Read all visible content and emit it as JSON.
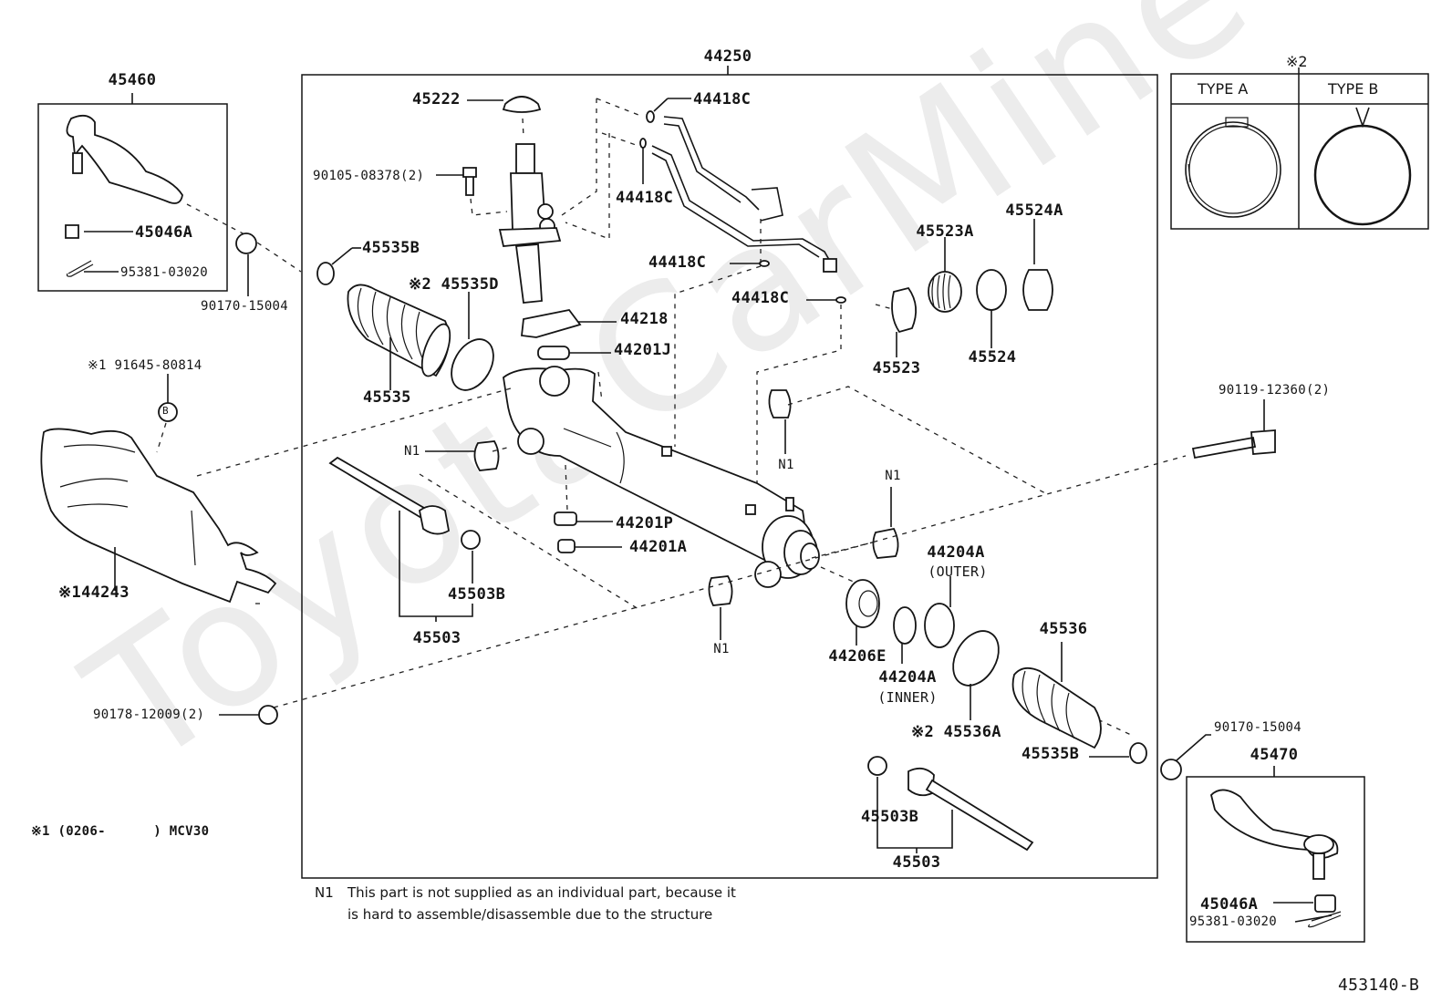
{
  "diagram": {
    "title_part": "44250",
    "figure_code": "453140-B",
    "watermark": "ToyotaCarMine",
    "labels": {
      "p45460": "45460",
      "p45046A_left": "45046A",
      "p95381_left": "95381-03020",
      "p90170_left": "90170-15004",
      "p45222": "45222",
      "p44418C_1": "44418C",
      "p44418C_2": "44418C",
      "p44418C_3": "44418C",
      "p44418C_4": "44418C",
      "p90105": "90105-08378(2)",
      "p45535B_top": "45535B",
      "p45535D": "※2 45535D",
      "p45535": "45535",
      "p44218": "44218",
      "p44201J": "44201J",
      "p45523A": "45523A",
      "p45524A": "45524A",
      "p45523": "45523",
      "p45524": "45524",
      "p91645": "※1 91645-80814",
      "p91645_marker": "B",
      "p144243": "※144243",
      "p90119": "90119-12360(2)",
      "n1_a": "N1",
      "n1_b": "N1",
      "n1_c": "N1",
      "n1_d": "N1",
      "p44201P": "44201P",
      "p44201A": "44201A",
      "p45503B_left": "45503B",
      "p45503_left": "45503",
      "p44204A_outer": "44204A",
      "p44204A_outer_sub": "(OUTER)",
      "p44206E": "44206E",
      "p44204A_inner": "44204A",
      "p44204A_inner_sub": "(INNER)",
      "p45536": "45536",
      "p45536A": "※2 45536A",
      "p45535B_bottom": "45535B",
      "p90178": "90178-12009(2)",
      "p90170_right": "90170-15004",
      "p45470": "45470",
      "p45046A_right": "45046A",
      "p95381_right": "95381-03020",
      "p45503B_right": "45503B",
      "p45503_right": "45503"
    },
    "clamp_types": {
      "marker": "※2",
      "type_a": "TYPE A",
      "type_b": "TYPE B"
    },
    "footnotes": {
      "applicability": "※1 (0206-      ) MCV30",
      "n1_key": "N1",
      "n1_text": "This part is not supplied as an individual part, because it is hard to assemble/disassemble due to the structure"
    }
  }
}
